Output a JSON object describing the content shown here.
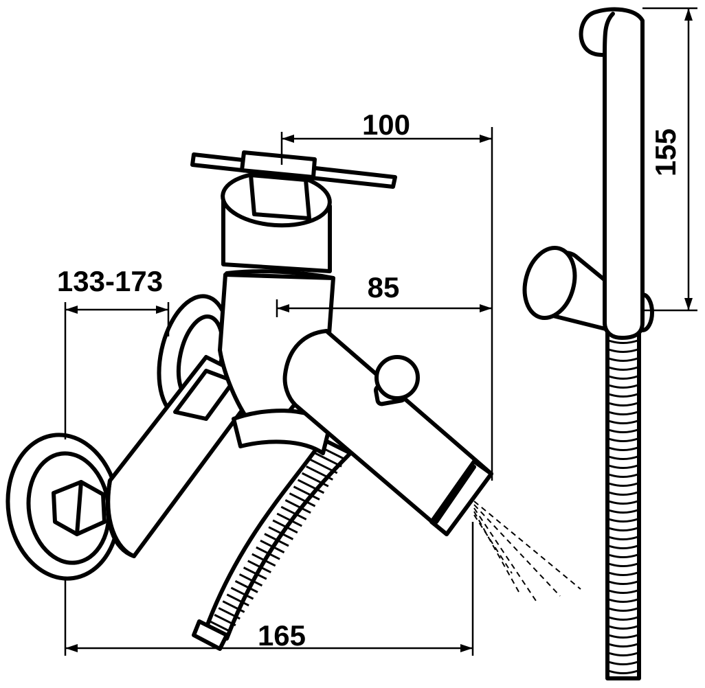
{
  "diagram": {
    "dimensions": {
      "spindle_to_spout": "100",
      "body_to_spout": "85",
      "inlet_spacing": "133-173",
      "overall_length": "165",
      "hand_shower_height": "155"
    },
    "components": [
      "cross-handle",
      "valve-body",
      "wall-flange-left",
      "wall-flange-right",
      "s-union-arm",
      "spout",
      "diverter-knob",
      "flexible-hose",
      "hand-shower",
      "shower-holder"
    ],
    "colors": {
      "ink": "#000000",
      "paper": "#ffffff"
    }
  }
}
